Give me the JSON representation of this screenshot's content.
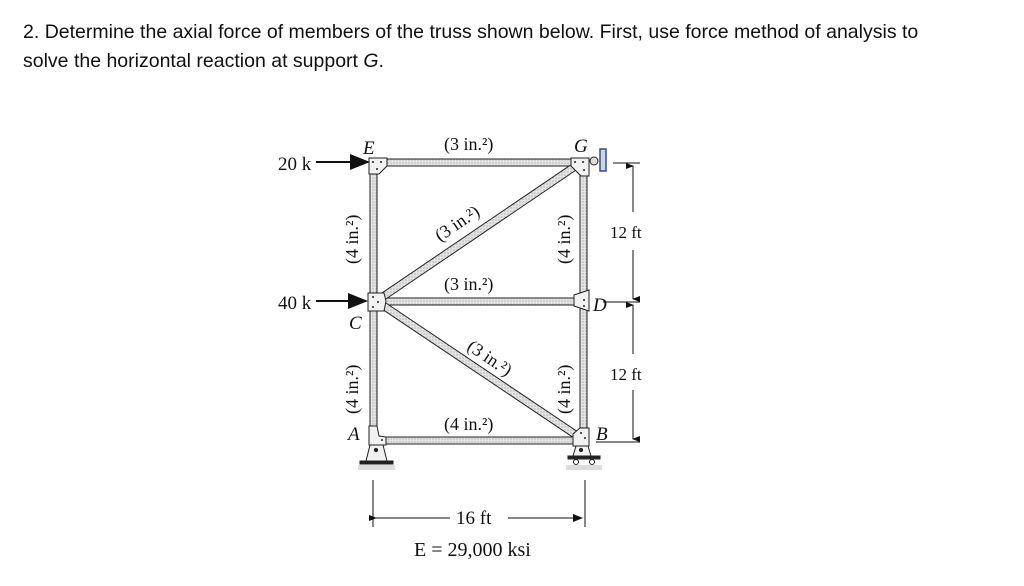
{
  "problem": {
    "number": "2.",
    "line1": "Determine the axial force of members of the truss shown below. First, use force method of analysis to",
    "line2_prefix": "solve the horizontal reaction at support ",
    "line2_support": "G",
    "line2_suffix": "."
  },
  "figure": {
    "nodes": {
      "E": "E",
      "G": "G",
      "C": "C",
      "D": "D",
      "A": "A",
      "B": "B"
    },
    "loads": {
      "top": "20 k",
      "middle": "40 k"
    },
    "members": {
      "EG": "(3 in.²)",
      "CG": "(3 in.²)",
      "CD": "(3 in.²)",
      "CB": "(3 in.²)",
      "AB": "(4 in.²)",
      "EC": "(4 in.²)",
      "CA": "(4 in.²)",
      "GD": "(4 in.²)",
      "DB": "(4 in.²)"
    },
    "dimensions": {
      "upper_height": "12 ft",
      "lower_height": "12 ft",
      "width": "16 ft"
    },
    "material": "E = 29,000 ksi"
  }
}
